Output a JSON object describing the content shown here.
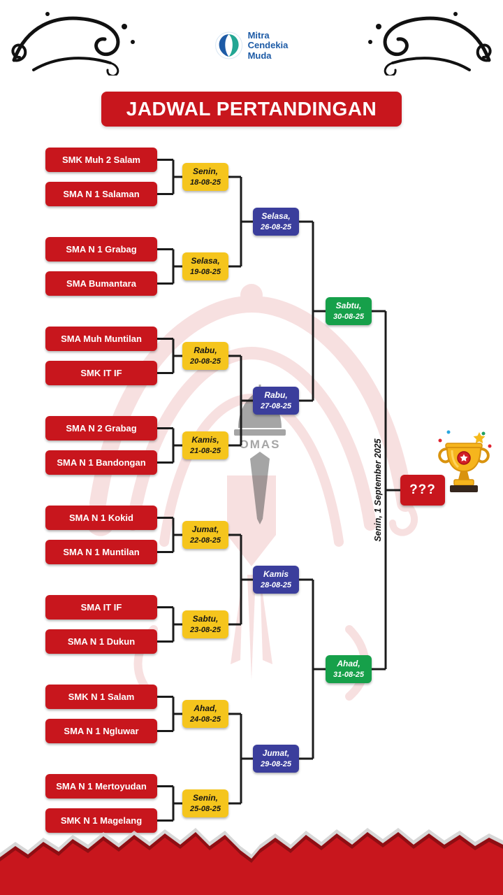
{
  "logo": {
    "name_lines": [
      "Mitra",
      "Cendekia",
      "Muda"
    ]
  },
  "title": "JADWAL PERTANDINGAN",
  "round1": [
    {
      "team1": "SMK Muh 2 Salam",
      "team2": "SMA N 1 Salaman",
      "day": "Senin,",
      "date": "18-08-25"
    },
    {
      "team1": "SMA N 1 Grabag",
      "team2": "SMA Bumantara",
      "day": "Selasa,",
      "date": "19-08-25"
    },
    {
      "team1": "SMA Muh Muntilan",
      "team2": "SMK IT IF",
      "day": "Rabu,",
      "date": "20-08-25"
    },
    {
      "team1": "SMA N 2 Grabag",
      "team2": "SMA N 1 Bandongan",
      "day": "Kamis,",
      "date": "21-08-25"
    },
    {
      "team1": "SMA N 1 Kokid",
      "team2": "SMA N 1 Muntilan",
      "day": "Jumat,",
      "date": "22-08-25"
    },
    {
      "team1": "SMA IT IF",
      "team2": "SMA N 1 Dukun",
      "day": "Sabtu,",
      "date": "23-08-25"
    },
    {
      "team1": "SMK N 1 Salam",
      "team2": "SMA N 1 Ngluwar",
      "day": "Ahad,",
      "date": "24-08-25"
    },
    {
      "team1": "SMA N 1 Mertoyudan",
      "team2": "SMK N 1 Magelang",
      "day": "Senin,",
      "date": "25-08-25"
    }
  ],
  "round2": [
    {
      "day": "Selasa,",
      "date": "26-08-25"
    },
    {
      "day": "Rabu,",
      "date": "27-08-25"
    },
    {
      "day": "Kamis",
      "date": "28-08-25"
    },
    {
      "day": "Jumat,",
      "date": "29-08-25"
    }
  ],
  "round3": [
    {
      "day": "Sabtu,",
      "date": "30-08-25"
    },
    {
      "day": "Ahad,",
      "date": "31-08-25"
    }
  ],
  "final": {
    "date_label": "Senin, 1 September 2025",
    "winner_placeholder": "???"
  },
  "watermark": {
    "text": "OMAS"
  },
  "colors": {
    "red": "#c8161d",
    "yellow": "#f5c51d",
    "blue": "#3b3e9c",
    "green": "#16a04a",
    "logoblue": "#1d5ba6"
  }
}
